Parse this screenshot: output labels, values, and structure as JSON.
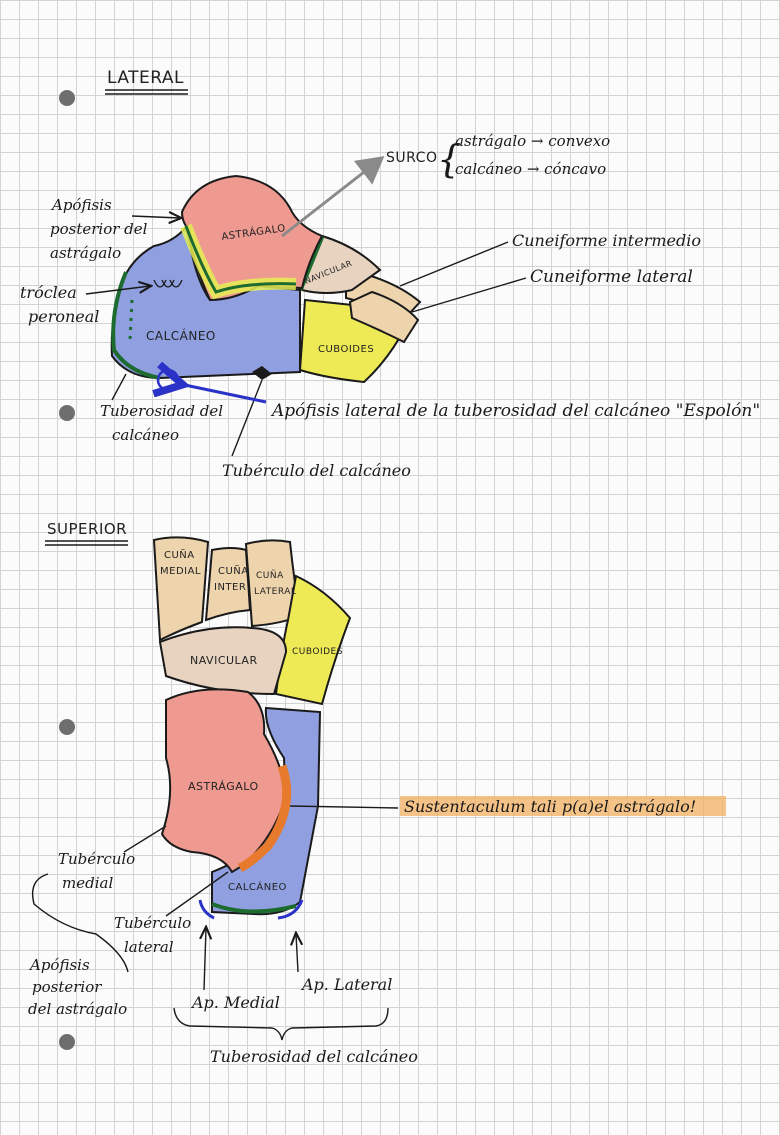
{
  "lateral": {
    "heading": "LATERAL",
    "bones": {
      "astragalo": "ASTRÁGALO",
      "calcaneo": "CALCÁNEO",
      "navicular": "NAVICULAR",
      "cuboides": "CUBOIDES"
    },
    "surco": {
      "word": "SURCO",
      "line1": "astrágalo → convexo",
      "line2": "calcáneo → cóncavo"
    },
    "labels": {
      "apofisis_posterior": [
        "Apófisis",
        "posterior del",
        "astrágalo"
      ],
      "troclea": [
        "tróclea",
        "peroneal"
      ],
      "tuberosidad": [
        "Tuberosidad del",
        "calcáneo"
      ],
      "tuberculo": "Tubérculo del calcáneo",
      "apofisis_lateral": "Apófisis lateral de la tuberosidad del calcáneo \"Espolón\"",
      "cuneiforme_intermedio": "Cuneiforme intermedio",
      "cuneiforme_lateral": "Cuneiforme lateral"
    }
  },
  "superior": {
    "heading": "SUPERIOR",
    "bones": {
      "cuna_medial": [
        "CUÑA",
        "MEDIAL"
      ],
      "cuna_inter": [
        "CUÑA",
        "INTER"
      ],
      "cuna_lateral": [
        "CUÑA",
        "LATERAL"
      ],
      "navicular": "NAVICULAR",
      "cuboides": "CUBOIDES",
      "astragalo": "ASTRÁGALO",
      "calcaneo": "CALCÁNEO"
    },
    "labels": {
      "sustentaculum": "Sustentaculum tali p(a)el astrágalo!",
      "tuberculo_medial": [
        "Tubérculo",
        "medial"
      ],
      "tuberculo_lateral": [
        "Tubérculo",
        "lateral"
      ],
      "apofisis_posterior": [
        "Apófisis",
        "posterior",
        "del astrágalo"
      ],
      "ap_medial": "Ap. Medial",
      "ap_lateral": "Ap. Lateral",
      "tuberosidad": "Tuberosidad del calcáneo"
    }
  },
  "colors": {
    "astragalo": "#ee9a90",
    "calcaneo": "#8f9fe0",
    "navicular": "#e7d3c0",
    "cuneiform": "#eed4ad",
    "cuboides": "#eeea55",
    "highlight_yellow": "#e5ee52",
    "highlight_orange": "#f3b060",
    "sustentaculum": "#e87a2e",
    "dark_green": "#1d6b2e",
    "blue_ink": "#2a32c8",
    "arrow_grey": "#8a8a8a"
  }
}
